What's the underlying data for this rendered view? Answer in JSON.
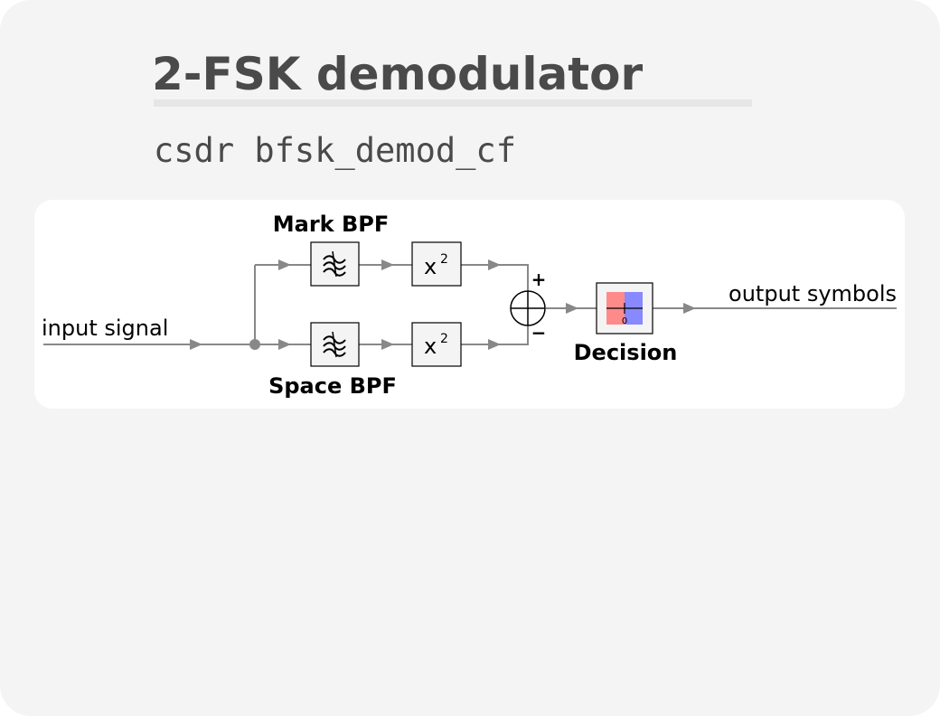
{
  "title": "2-FSK demodulator",
  "command": "csdr bfsk_demod_cf",
  "diagram": {
    "input_label": "input signal",
    "output_label": "output symbols",
    "mark_filter_label": "Mark BPF",
    "space_filter_label": "Space BPF",
    "squarer_base": "x",
    "squarer_exponent": "2",
    "sum_plus": "+",
    "sum_minus": "−",
    "decision_label": "Decision",
    "decision_threshold": "0"
  },
  "colors": {
    "card_background": "#f4f4f4",
    "panel_background": "#ffffff",
    "text": "#4a4a4a",
    "wire": "#888888",
    "decision_negative": "#ff8a8a",
    "decision_positive": "#8888ff"
  },
  "icons": {
    "filter": "bandpass-filter-icon",
    "summer": "summing-junction-icon",
    "decision": "threshold-decision-icon"
  }
}
